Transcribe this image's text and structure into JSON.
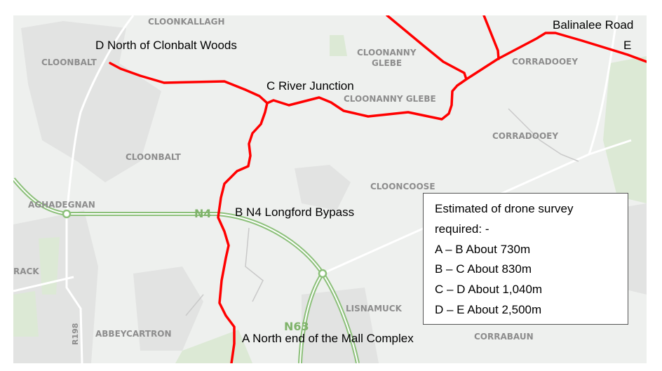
{
  "map": {
    "places": {
      "cloonkallagh": "CLOONKALLAGH",
      "cloonbalt_nw": "CLOONBALT",
      "cloonbalt": "CLOONBALT",
      "cloonanny_glebe_1": "CLOONANNY",
      "cloonanny_glebe_2": "GLEBE",
      "cloonanny_glebe": "CLOONANNY GLEBE",
      "corradooey_1": "CORRADOOEY",
      "corradooey_2": "CORRADOOEY",
      "clooncoose": "CLOONCOOSE",
      "aghadegnan": "AGHADEGNAN",
      "rack": "RACK",
      "lisnamuck": "LISNAMUCK",
      "abbeycartron": "ABBEYCARTRON",
      "corrabaun": "CORRABAUN"
    },
    "roads": {
      "n4": "N4",
      "n63": "N63",
      "r198": "R198"
    },
    "colors": {
      "route": "#ff0000",
      "national_road": "#8cc07a",
      "background": "#eef0ee"
    }
  },
  "annotations": {
    "a": "A North end of the Mall Complex",
    "b": "B N4 Longford Bypass",
    "c": "C River Junction",
    "d": "D North of Clonbalt Woods",
    "e_road": "Balinalee Road",
    "e": "E"
  },
  "legend": {
    "title_1": "Estimated of drone survey",
    "title_2": "required: -",
    "rows": [
      "A – B About 730m",
      "B – C About 830m",
      "C – D About 1,040m",
      "D – E About 2,500m"
    ]
  }
}
